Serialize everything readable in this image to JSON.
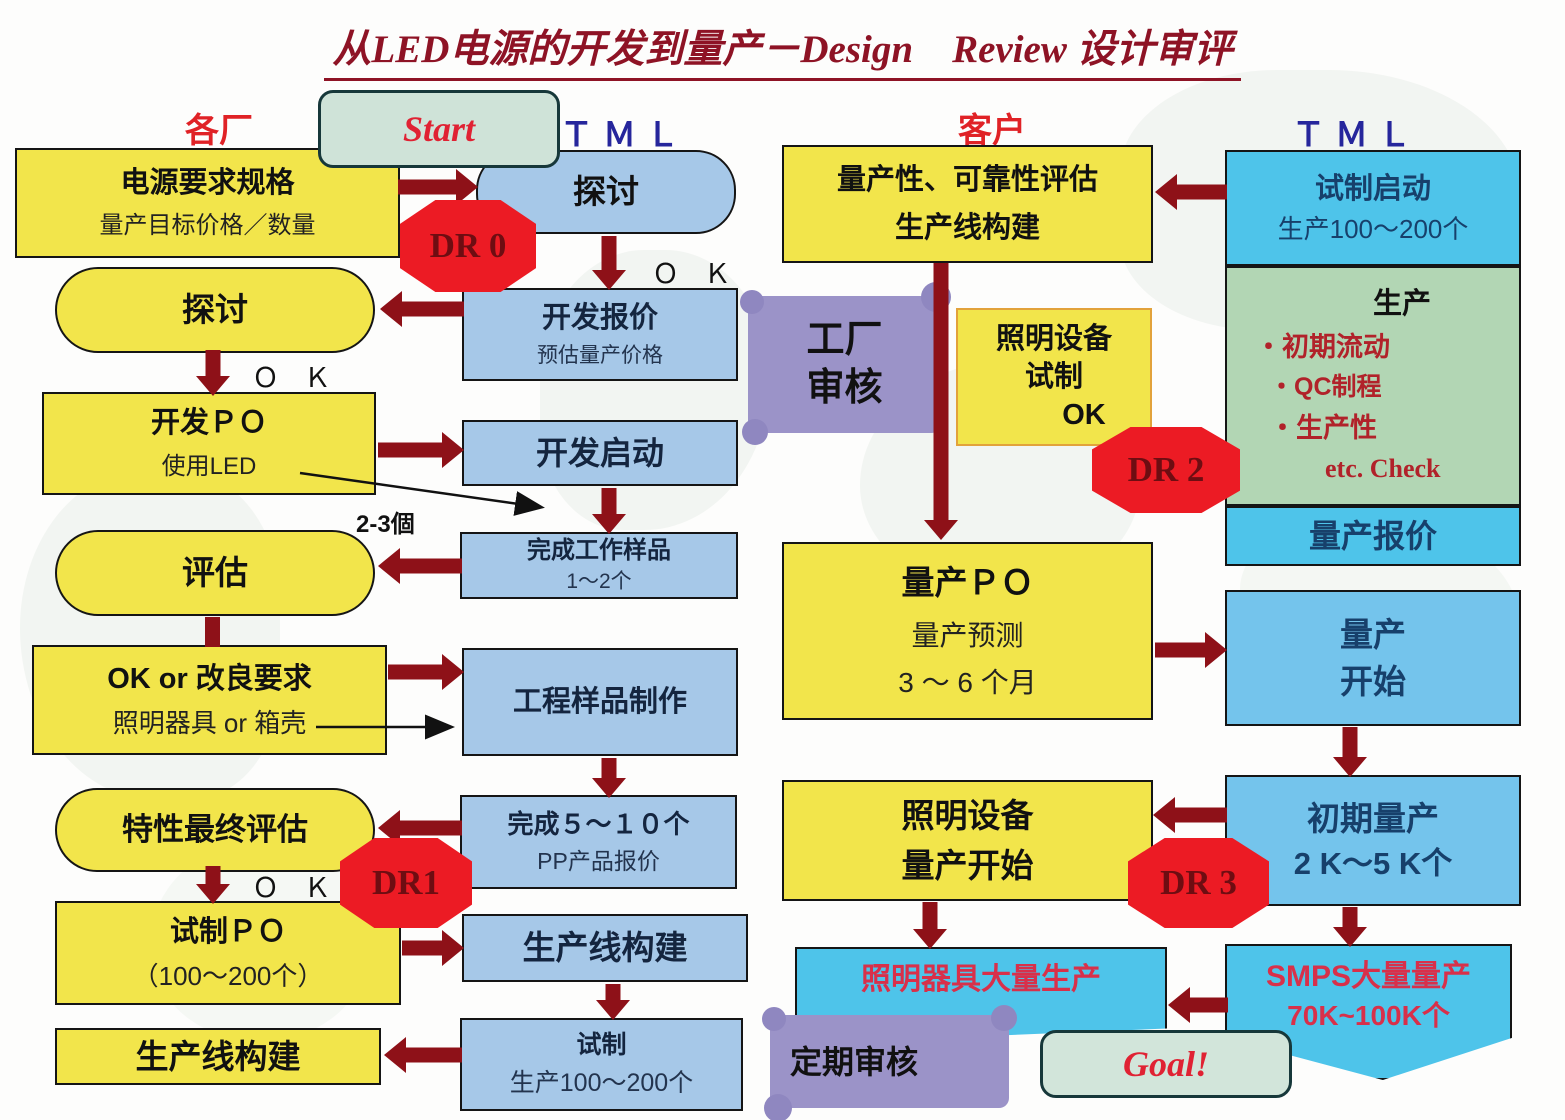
{
  "title": "从LED电源的开发到量产－Design　Review 设计审评",
  "colors": {
    "title_red": "#8e1325",
    "header_red": "#e02226",
    "tml_navy": "#26269c",
    "box_yellow": "#f2e54b",
    "box_lightblue": "#a6c8e8",
    "box_cyan": "#4ec4ea",
    "box_blue": "#74c4ec",
    "box_green": "#b2d6b4",
    "box_mint": "#d2e5da",
    "box_purple": "#9b93c8",
    "dr_red": "#ec1b24",
    "arrow_maroon": "#8e1118",
    "accent_crimson": "#d8304a"
  },
  "headers": {
    "factories": "各厂",
    "start": "Start",
    "tml_left": "ＴＭＬ",
    "customer": "客户",
    "tml_right": "ＴＭＬ"
  },
  "labels": {
    "ok_discuss_tml": "Ｏ Ｋ",
    "ok_discuss_left": "Ｏ Ｋ",
    "ok_final_eval": "Ｏ Ｋ",
    "qty_2_3": "2-3個"
  },
  "dr_badges": {
    "dr0": "DR 0",
    "dr1": "DR1",
    "dr2": "DR 2",
    "dr3": "DR 3"
  },
  "left_col": {
    "power_spec": {
      "line1": "电源要求规格",
      "line2": "量产目标价格／数量"
    },
    "discuss": "探讨",
    "dev_po": {
      "line1": "开发ＰＯ",
      "line2": "使用LED"
    },
    "evaluate": "评估",
    "ok_improve": {
      "line1": "OK or 改良要求",
      "line2": "照明器具 or 箱壳"
    },
    "final_eval": "特性最终评估",
    "trial_po": {
      "line1": "试制ＰＯ",
      "line2": "（100～200个）"
    },
    "line_build": "生产线构建"
  },
  "tml_col": {
    "discuss": "探讨",
    "dev_quote": {
      "line1": "开发报价",
      "line2": "预估量产价格"
    },
    "dev_start": "开发启动",
    "work_sample": {
      "line1": "完成工作样品",
      "line2": "1～2个"
    },
    "eng_sample": "工程样品制作",
    "pp_sample": {
      "line1": "完成５～１０个",
      "line2": "PP产品报价"
    },
    "line_build": "生产线构建",
    "trial": {
      "line1": "试制",
      "line2": "生产100～200个"
    }
  },
  "customer_col": {
    "mass_eval": {
      "line1": "量产性、可靠性评估",
      "line2": "生产线构建"
    },
    "factory_audit": {
      "line1": "工厂",
      "line2": "审核"
    },
    "lighting_trial": {
      "line1": "照明设备",
      "line2": "试制",
      "line3": "OK"
    },
    "mass_po": {
      "line1": "量产ＰＯ",
      "line2": "量产预测",
      "line3": "3 ～ 6 个月"
    },
    "lighting_start": {
      "line1": "照明设备",
      "line2": "量产开始"
    },
    "lighting_mass": "照明器具大量生产",
    "periodic_audit": "定期审核",
    "goal": "Goal!"
  },
  "tml_right_col": {
    "trial_start": {
      "line1": "试制启动",
      "line2": "生产100～200个"
    },
    "production": {
      "title": "生产",
      "bullet1": "・初期流动",
      "bullet2": "・QC制程",
      "bullet3": "・生产性",
      "note": "etc.  Check"
    },
    "mass_quote": "量产报价",
    "mass_start": {
      "line1": "量产",
      "line2": "开始"
    },
    "initial_mass": {
      "line1": "初期量产",
      "line2": "2 K～5 K个"
    },
    "smps": {
      "line1": "SMPS大量量产",
      "line2": "70K~100K个"
    }
  }
}
